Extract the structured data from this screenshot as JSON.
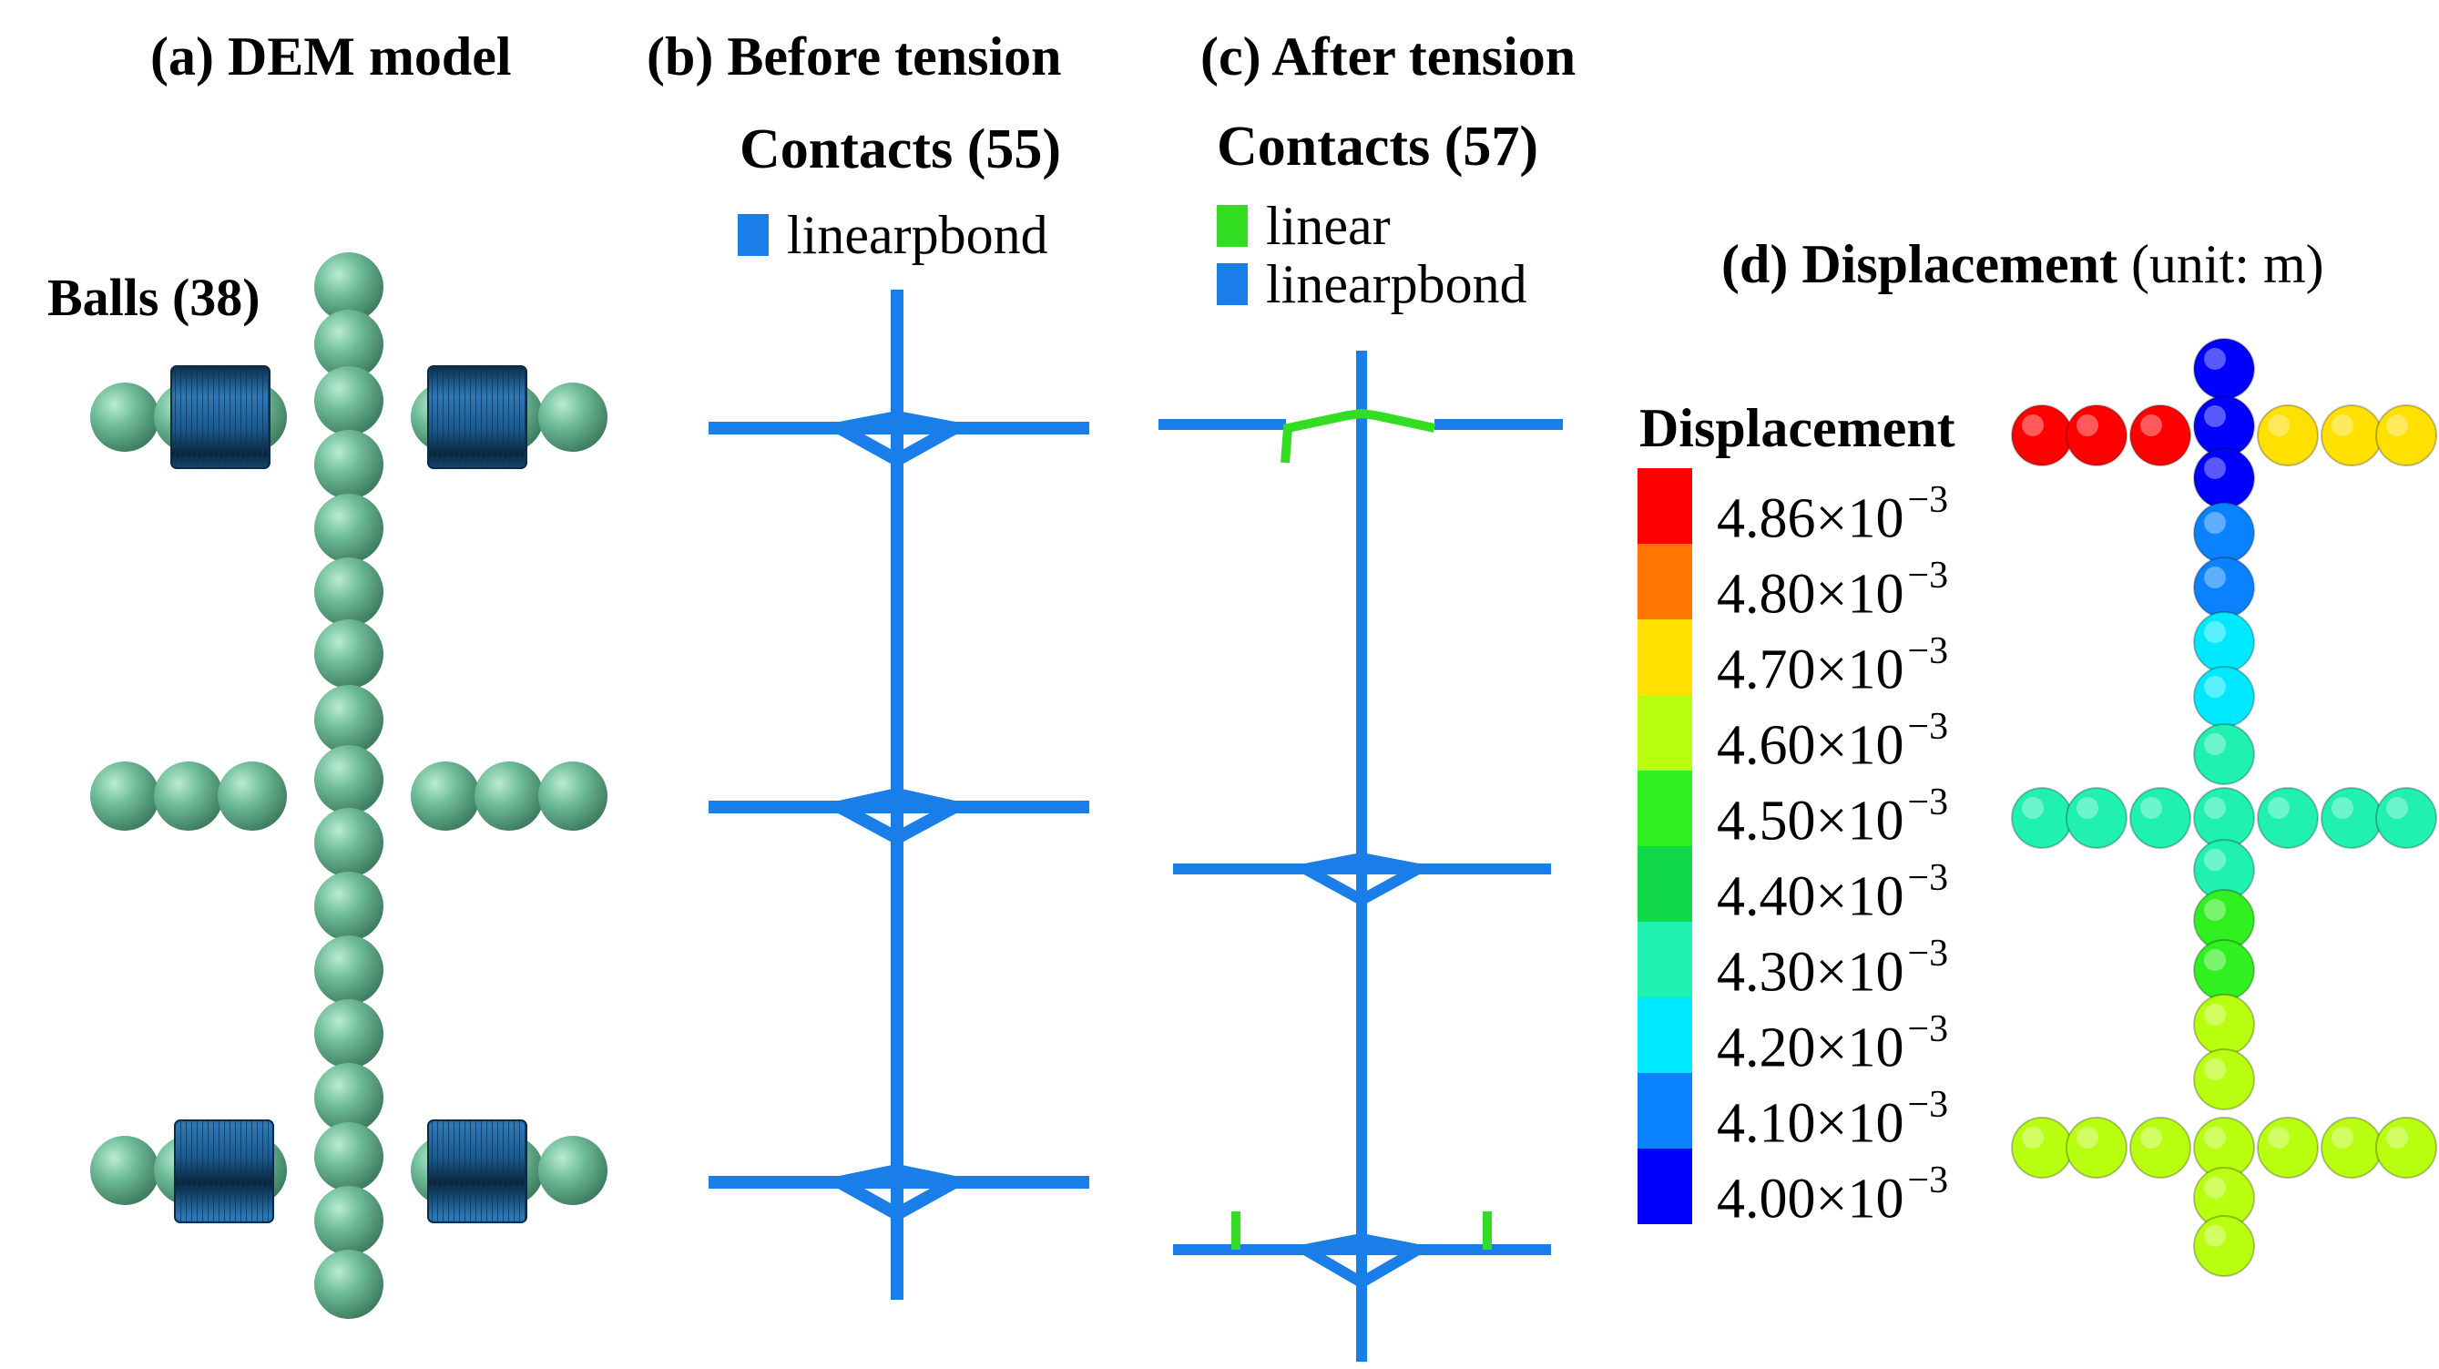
{
  "panels": {
    "a": {
      "title": "(a) DEM model",
      "balls_label": "Balls (38)"
    },
    "b": {
      "title": "(b) Before tension",
      "contacts_label": "Contacts (55)",
      "legend": [
        {
          "label": "linearpbond",
          "color": "#1a7ee8"
        }
      ]
    },
    "c": {
      "title": "(c) After tension",
      "contacts_label": "Contacts (57)",
      "legend": [
        {
          "label": "linear",
          "color": "#33dd22"
        },
        {
          "label": "linearpbond",
          "color": "#1a7ee8"
        }
      ]
    },
    "d": {
      "title_bold": "(d) Displacement",
      "title_unit": "(unit: m)",
      "colorbar_title": "Displacement",
      "colorbar": [
        {
          "mantissa": "4.86×10",
          "exp": "−3",
          "color": "#ff0000"
        },
        {
          "mantissa": "4.80×10",
          "exp": "−3",
          "color": "#ff7700"
        },
        {
          "mantissa": "4.70×10",
          "exp": "−3",
          "color": "#ffe000"
        },
        {
          "mantissa": "4.60×10",
          "exp": "−3",
          "color": "#b8ff10"
        },
        {
          "mantissa": "4.50×10",
          "exp": "−3",
          "color": "#30f020"
        },
        {
          "mantissa": "4.40×10",
          "exp": "−3",
          "color": "#10d848"
        },
        {
          "mantissa": "4.30×10",
          "exp": "−3",
          "color": "#20f0b0"
        },
        {
          "mantissa": "4.20×10",
          "exp": "−3",
          "color": "#00e8ff"
        },
        {
          "mantissa": "4.10×10",
          "exp": "−3",
          "color": "#0a82ff"
        },
        {
          "mantissa": "4.00×10",
          "exp": "−3",
          "color": "#0000ff"
        }
      ]
    }
  },
  "colors": {
    "ball": "#6db897",
    "tube": "#1e5f96",
    "pbond": "#1a7ee8",
    "linear": "#33dd22"
  }
}
